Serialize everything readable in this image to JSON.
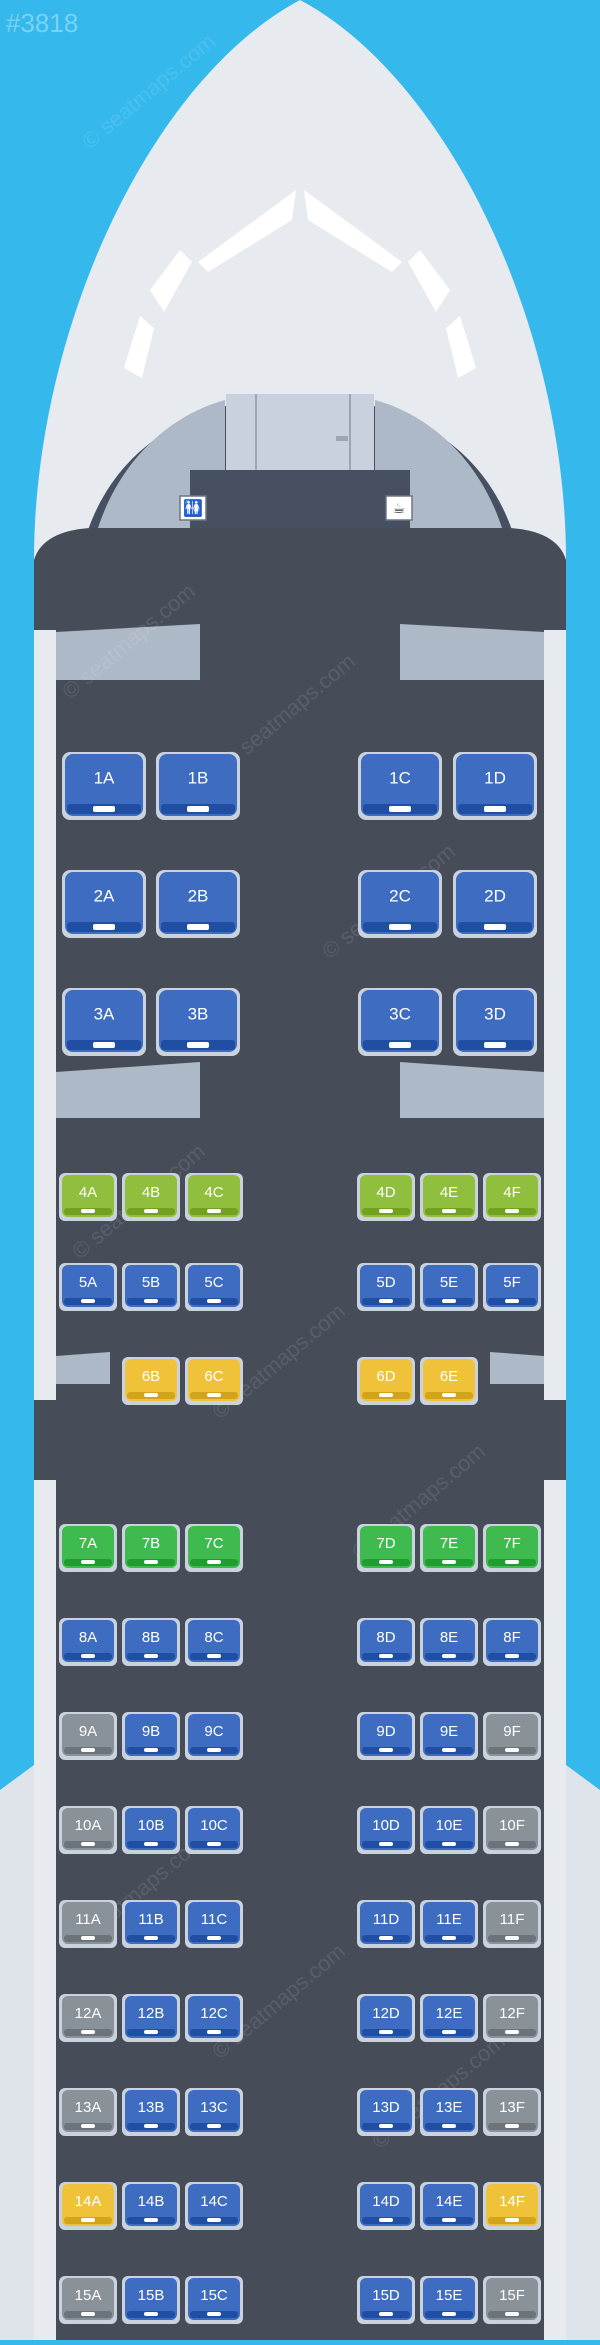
{
  "map_id": "#3818",
  "watermark": "© seatmaps.com",
  "colors": {
    "sky": "#35b9ec",
    "fuselage": "#e7ebf0",
    "cabin_floor": "#464d59",
    "galley": "#aeb9c7",
    "business": "#3d6cc0",
    "standard": "#3d6cc0",
    "extra_legroom": "#8fbf3c",
    "exit_row": "#3fba4f",
    "preferred": "#f0c23a",
    "unavailable": "#8a9299"
  },
  "facilities": {
    "lavatory_icon": "lavatory-icon",
    "galley_icon": "galley-icon"
  },
  "rows": [
    {
      "row": "1",
      "class": "business",
      "seats": [
        {
          "id": "1A",
          "type": "business"
        },
        {
          "id": "1B",
          "type": "business"
        },
        {
          "id": "1C",
          "type": "business"
        },
        {
          "id": "1D",
          "type": "business"
        }
      ]
    },
    {
      "row": "2",
      "class": "business",
      "seats": [
        {
          "id": "2A",
          "type": "business"
        },
        {
          "id": "2B",
          "type": "business"
        },
        {
          "id": "2C",
          "type": "business"
        },
        {
          "id": "2D",
          "type": "business"
        }
      ]
    },
    {
      "row": "3",
      "class": "business",
      "seats": [
        {
          "id": "3A",
          "type": "business"
        },
        {
          "id": "3B",
          "type": "business"
        },
        {
          "id": "3C",
          "type": "business"
        },
        {
          "id": "3D",
          "type": "business"
        }
      ]
    },
    {
      "row": "4",
      "class": "economy",
      "seats": [
        {
          "id": "4A",
          "type": "extra_legroom"
        },
        {
          "id": "4B",
          "type": "extra_legroom"
        },
        {
          "id": "4C",
          "type": "extra_legroom"
        },
        {
          "id": "4D",
          "type": "extra_legroom"
        },
        {
          "id": "4E",
          "type": "extra_legroom"
        },
        {
          "id": "4F",
          "type": "extra_legroom"
        }
      ]
    },
    {
      "row": "5",
      "class": "economy",
      "seats": [
        {
          "id": "5A",
          "type": "standard"
        },
        {
          "id": "5B",
          "type": "standard"
        },
        {
          "id": "5C",
          "type": "standard"
        },
        {
          "id": "5D",
          "type": "standard"
        },
        {
          "id": "5E",
          "type": "standard"
        },
        {
          "id": "5F",
          "type": "standard"
        }
      ]
    },
    {
      "row": "6",
      "class": "economy",
      "seats": [
        {
          "id": "6B",
          "type": "preferred"
        },
        {
          "id": "6C",
          "type": "preferred"
        },
        {
          "id": "6D",
          "type": "preferred"
        },
        {
          "id": "6E",
          "type": "preferred"
        }
      ]
    },
    {
      "row": "7",
      "class": "economy",
      "seats": [
        {
          "id": "7A",
          "type": "exit_row"
        },
        {
          "id": "7B",
          "type": "exit_row"
        },
        {
          "id": "7C",
          "type": "exit_row"
        },
        {
          "id": "7D",
          "type": "exit_row"
        },
        {
          "id": "7E",
          "type": "exit_row"
        },
        {
          "id": "7F",
          "type": "exit_row"
        }
      ]
    },
    {
      "row": "8",
      "class": "economy",
      "seats": [
        {
          "id": "8A",
          "type": "standard"
        },
        {
          "id": "8B",
          "type": "standard"
        },
        {
          "id": "8C",
          "type": "standard"
        },
        {
          "id": "8D",
          "type": "standard"
        },
        {
          "id": "8E",
          "type": "standard"
        },
        {
          "id": "8F",
          "type": "standard"
        }
      ]
    },
    {
      "row": "9",
      "class": "economy",
      "seats": [
        {
          "id": "9A",
          "type": "unavailable"
        },
        {
          "id": "9B",
          "type": "standard"
        },
        {
          "id": "9C",
          "type": "standard"
        },
        {
          "id": "9D",
          "type": "standard"
        },
        {
          "id": "9E",
          "type": "standard"
        },
        {
          "id": "9F",
          "type": "unavailable"
        }
      ]
    },
    {
      "row": "10",
      "class": "economy",
      "seats": [
        {
          "id": "10A",
          "type": "unavailable"
        },
        {
          "id": "10B",
          "type": "standard"
        },
        {
          "id": "10C",
          "type": "standard"
        },
        {
          "id": "10D",
          "type": "standard"
        },
        {
          "id": "10E",
          "type": "standard"
        },
        {
          "id": "10F",
          "type": "unavailable"
        }
      ]
    },
    {
      "row": "11",
      "class": "economy",
      "seats": [
        {
          "id": "11A",
          "type": "unavailable"
        },
        {
          "id": "11B",
          "type": "standard"
        },
        {
          "id": "11C",
          "type": "standard"
        },
        {
          "id": "11D",
          "type": "standard"
        },
        {
          "id": "11E",
          "type": "standard"
        },
        {
          "id": "11F",
          "type": "unavailable"
        }
      ]
    },
    {
      "row": "12",
      "class": "economy",
      "seats": [
        {
          "id": "12A",
          "type": "unavailable"
        },
        {
          "id": "12B",
          "type": "standard"
        },
        {
          "id": "12C",
          "type": "standard"
        },
        {
          "id": "12D",
          "type": "standard"
        },
        {
          "id": "12E",
          "type": "standard"
        },
        {
          "id": "12F",
          "type": "unavailable"
        }
      ]
    },
    {
      "row": "13",
      "class": "economy",
      "seats": [
        {
          "id": "13A",
          "type": "unavailable"
        },
        {
          "id": "13B",
          "type": "standard"
        },
        {
          "id": "13C",
          "type": "standard"
        },
        {
          "id": "13D",
          "type": "standard"
        },
        {
          "id": "13E",
          "type": "standard"
        },
        {
          "id": "13F",
          "type": "unavailable"
        }
      ]
    },
    {
      "row": "14",
      "class": "economy",
      "seats": [
        {
          "id": "14A",
          "type": "preferred"
        },
        {
          "id": "14B",
          "type": "standard"
        },
        {
          "id": "14C",
          "type": "standard"
        },
        {
          "id": "14D",
          "type": "standard"
        },
        {
          "id": "14E",
          "type": "standard"
        },
        {
          "id": "14F",
          "type": "preferred"
        }
      ]
    },
    {
      "row": "15",
      "class": "economy",
      "seats": [
        {
          "id": "15A",
          "type": "unavailable"
        },
        {
          "id": "15B",
          "type": "standard"
        },
        {
          "id": "15C",
          "type": "standard"
        },
        {
          "id": "15D",
          "type": "standard"
        },
        {
          "id": "15E",
          "type": "standard"
        },
        {
          "id": "15F",
          "type": "unavailable"
        }
      ]
    }
  ]
}
